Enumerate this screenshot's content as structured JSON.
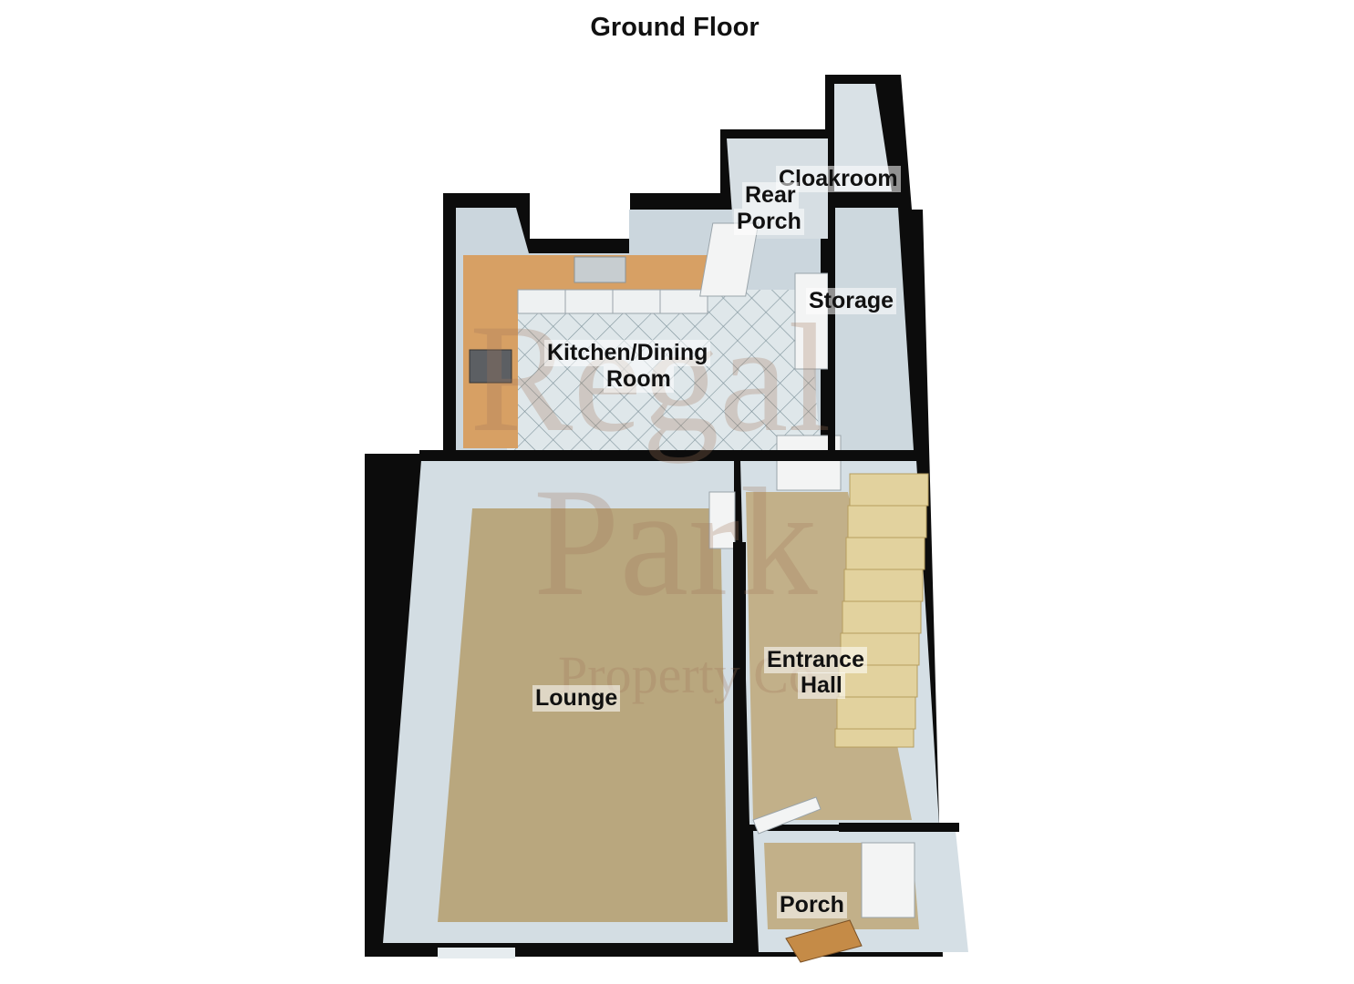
{
  "title": "Ground Floor",
  "rooms": {
    "cloakroom": "Cloakroom",
    "rear_porch_line1": "Rear",
    "rear_porch_line2": "Porch",
    "storage": "Storage",
    "kitchen_line1": "Kitchen/Dining",
    "kitchen_line2": "Room",
    "entrance_line1": "Entrance",
    "entrance_line2": "Hall",
    "lounge": "Lounge",
    "porch": "Porch"
  },
  "watermark": {
    "line1": "Regal",
    "line2": "Park",
    "line3": "Property Co"
  },
  "colors": {
    "wall": "#0c0c0c",
    "wall_inner": "#c9d4dc",
    "lounge_floor": "#b9a77e",
    "hall_floor": "#c2b089",
    "kitchen_floor": "#d5dee2",
    "worktop": "#d7a064",
    "storage_floor": "#cdd8de"
  }
}
